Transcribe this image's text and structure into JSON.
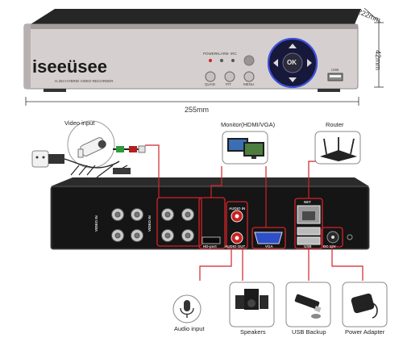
{
  "front_panel": {
    "brand": "iseeüsee",
    "model_text": "H.264 HYBRID VIDEO RECORDER",
    "indicators": [
      "POWER",
      "ALARM",
      "IRC"
    ],
    "buttons": [
      "QUAD",
      "P/T",
      "MENU"
    ],
    "ok_label": "OK",
    "usb_label": "USB"
  },
  "dimensions": {
    "width": "255mm",
    "depth": "222mm",
    "height": "42mm"
  },
  "rear_panel": {
    "hd_port": "HD-port",
    "audio_in": "AUDIO IN",
    "audio_out": "AUDIO OUT",
    "vga": "VGA",
    "net": "NET",
    "usb": "USB",
    "dc": "DC 12V",
    "video_in_1": "VIDEO IN",
    "video_in_2": "VIDEO IN"
  },
  "connections": {
    "video_input": "Video input",
    "monitor": "Monitor(HDMI/VGA)",
    "router": "Router",
    "audio_input": "Audio input",
    "speakers": "Speakers",
    "usb_backup": "USB Backup",
    "power_adapter": "Power Adapter"
  },
  "colors": {
    "chassis": "#1c1c1c",
    "front_face": "#d4cccc",
    "button_blue": "#2a3fb0",
    "cable_red": "#d2232a"
  }
}
